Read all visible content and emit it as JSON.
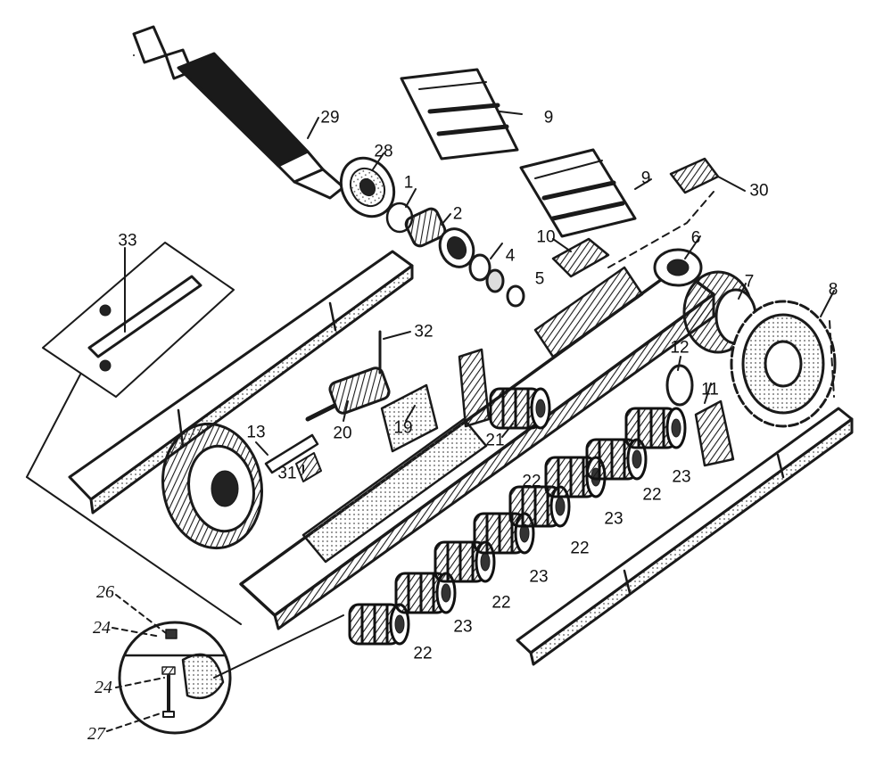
{
  "diagram": {
    "type": "exploded-parts-diagram",
    "ink_color": "#1a1a1a",
    "background": "#ffffff",
    "callouts": [
      {
        "id": "c1",
        "label": "1"
      },
      {
        "id": "c2",
        "label": "2"
      },
      {
        "id": "c4",
        "label": "4"
      },
      {
        "id": "c5",
        "label": "5"
      },
      {
        "id": "c6",
        "label": "6"
      },
      {
        "id": "c7",
        "label": "7"
      },
      {
        "id": "c8",
        "label": "8"
      },
      {
        "id": "c9a",
        "label": "9"
      },
      {
        "id": "c9b",
        "label": "9"
      },
      {
        "id": "c10",
        "label": "10"
      },
      {
        "id": "c11",
        "label": "11"
      },
      {
        "id": "c12",
        "label": "12"
      },
      {
        "id": "c13",
        "label": "13"
      },
      {
        "id": "c19",
        "label": "19"
      },
      {
        "id": "c20",
        "label": "20"
      },
      {
        "id": "c21",
        "label": "21"
      },
      {
        "id": "c22a",
        "label": "22"
      },
      {
        "id": "c22b",
        "label": "22"
      },
      {
        "id": "c22c",
        "label": "22"
      },
      {
        "id": "c22d",
        "label": "22"
      },
      {
        "id": "c22e",
        "label": "22"
      },
      {
        "id": "c23a",
        "label": "23"
      },
      {
        "id": "c23b",
        "label": "23"
      },
      {
        "id": "c23c",
        "label": "23"
      },
      {
        "id": "c23d",
        "label": "23"
      },
      {
        "id": "c24a",
        "label": "24"
      },
      {
        "id": "c24b",
        "label": "24"
      },
      {
        "id": "c26",
        "label": "26"
      },
      {
        "id": "c27",
        "label": "27"
      },
      {
        "id": "c28",
        "label": "28"
      },
      {
        "id": "c29",
        "label": "29"
      },
      {
        "id": "c30",
        "label": "30"
      },
      {
        "id": "c31",
        "label": "31"
      },
      {
        "id": "c32",
        "label": "32"
      },
      {
        "id": "c33",
        "label": "33"
      }
    ]
  }
}
